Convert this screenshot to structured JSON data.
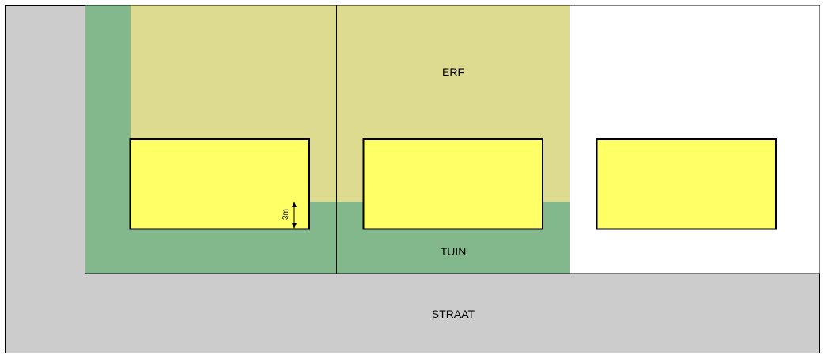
{
  "labels": {
    "erf": "ERF",
    "tuin": "TUIN",
    "straat": "STRAAT",
    "dimension": "3m"
  },
  "colors": {
    "street": "#cccccc",
    "garden": "#83b78c",
    "yard": "#dcdb90",
    "house": "#ffff66",
    "empty_plot": "#ffffff",
    "outline": "#000000"
  }
}
